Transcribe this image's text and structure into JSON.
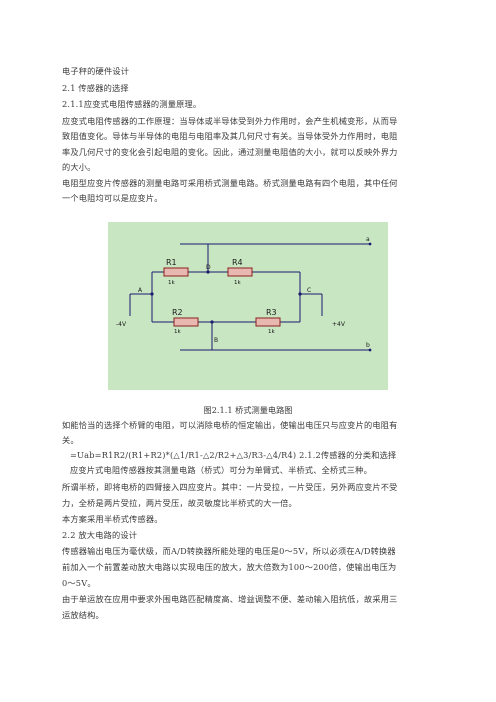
{
  "doc": {
    "lines_top": [
      "电子秤的硬件设计",
      "2.1 传感器的选择",
      "2.1.1应变式电阻传感器的测量原理。",
      "应变式电阻传感器的工作原理：当导体或半导体受到外力作用时，会产生机械变形，从而导",
      "致阻值变化。导体与半导体的电阻与电阻率及其几何尺寸有关。当导体受外力作用时，电阻",
      "率及几何尺寸的变化会引起电阻的变化。因此，通过测量电阻值的大小，就可以反映外界力",
      "的大小。",
      "电阻型应变片传感器的测量电路可采用桥式测量电路。桥式测量电路有四个电阻，其中任何",
      "一个电阻均可以是应变片。"
    ],
    "caption": "图2.1.1 桥式测量电路图",
    "lines_bottom": [
      "如能恰当的选择个桥臂的电阻，可以消除电桥的恒定输出，使输出电压只与应变片的电阻有",
      "关。",
      "=Uab=R1R2/(R1+R2)*(△1/R1-△2/R2+△3/R3-△4/R4) 2.1.2传感器的分类和选择",
      "应变片式电阻传感器按其测量电路（桥式）可分为单臂式、半桥式、全桥式三种。",
      "所谓半桥，即将电桥的四臂接入四应变片。其中：一片受拉，一片受压，另外两应变片不受",
      "力，全桥是两片受拉，两片受压，故灵敏度比半桥式的大一倍。",
      "本方案采用半桥式传感器。",
      "2.2    放大电路的设计",
      "传感器输出电压为毫伏级，而A/D转换器所能处理的电压是0～5V，所以必须在A/D转换器",
      "前加入一个前置差动放大电路以实现电压的放大，放大倍数为100～200倍，使输出电压为",
      "0～5V。",
      "由于单运放在应用中要求外围电路匹配精度高、增益调整不便、差动输入阻抗低，故采用三",
      "运放结构。"
    ]
  },
  "circuit": {
    "resistors": [
      {
        "name": "R1",
        "value": "1k"
      },
      {
        "name": "R4",
        "value": "1k"
      },
      {
        "name": "R2",
        "value": "1k"
      },
      {
        "name": "R3",
        "value": "1k"
      }
    ],
    "nodes": {
      "a": "A",
      "b": "B",
      "c": "C",
      "d": "D"
    },
    "terminals": {
      "top_right": "a",
      "bottom_right": "b"
    },
    "sources": {
      "left": "-4V",
      "right": "+4V"
    }
  },
  "colors": {
    "figure_bg": "#c8e6c1",
    "wire": "#1a1a6e",
    "resistor_fill": "#e8b8b0",
    "resistor_stroke": "#8a2020",
    "label": "#1a1a1a"
  }
}
